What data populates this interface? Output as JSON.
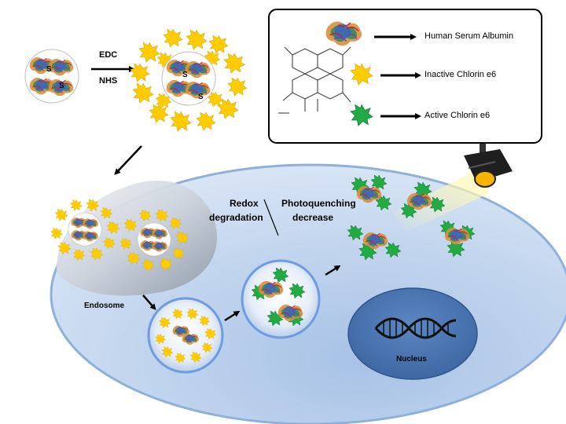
{
  "reagents": {
    "edc": "EDC",
    "nhs": "NHS"
  },
  "legend": {
    "hsa": "Human Serum Albumin",
    "inactive": "Inactive Chlorin e6",
    "active": "Active Chlorin e6"
  },
  "process": {
    "redox_line1": "Redox",
    "redox_line2": "degradation",
    "photo_line1": "Photoquenching",
    "photo_line2": "decrease"
  },
  "organelles": {
    "endosome": "Endosome",
    "nucleus": "Nucleus"
  },
  "disulfide": "S",
  "colors": {
    "cell_fill": "#bcd3ee",
    "cell_border": "#9ab8dd",
    "nucleus": "#4f79b4",
    "inactive_ce6": "#ffcc00",
    "active_ce6": "#22aa44",
    "light_beam": "#fff6b0"
  },
  "icons": {
    "hsa_icon": "protein-ribbon-icon",
    "ce6_structure": "chlorin-e6-structure-icon",
    "lamp_icon": "spotlight-icon",
    "dna_icon": "dna-helix-icon"
  }
}
